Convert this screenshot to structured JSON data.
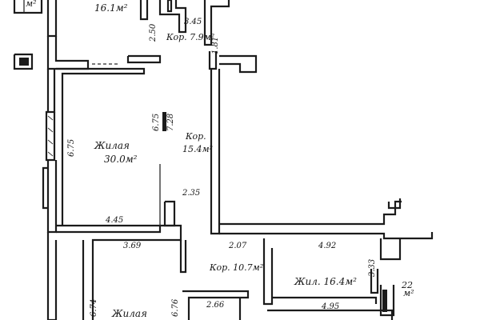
{
  "rooms": {
    "room_top_area": "16.1м²",
    "corridor_top": "Кор. 7.9м²",
    "living_main_name": "Жилая",
    "living_main_area": "30.0м²",
    "corridor_mid_name": "Кор.",
    "corridor_mid_area": "15.4м²",
    "corridor_lower": "Кор. 10.7м²",
    "living_right": "Жил. 16.4м²",
    "living_bottom_name": "Жилая",
    "room_small_right_num": "22",
    "room_small_right_unit": "м²",
    "corner_top_left_unit": "м²"
  },
  "dimensions": {
    "d_345": "3.45",
    "d_250": "2.50",
    "d_181": "1.81",
    "d_675_left": "6.75",
    "d_675_mid": "6.75",
    "d_728": "7.28",
    "d_235": "2.35",
    "d_445": "4.45",
    "d_369": "3.69",
    "d_207": "2.07",
    "d_492": "4.92",
    "d_333": "3.33",
    "d_674": "6.74",
    "d_676": "6.76",
    "d_266": "2.66",
    "d_495": "4.95"
  }
}
